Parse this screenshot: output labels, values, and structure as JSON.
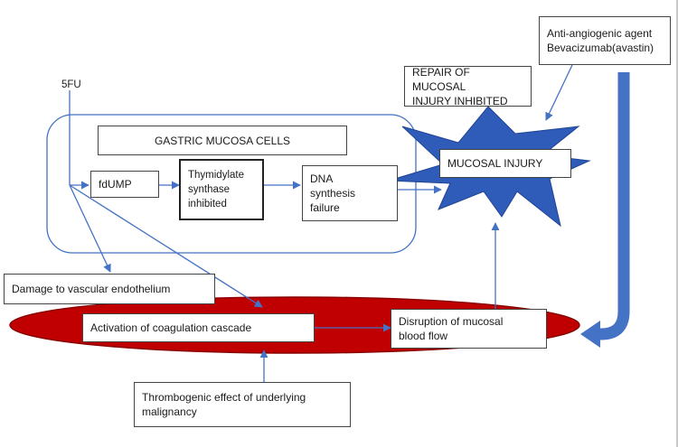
{
  "nodes": {
    "fu": "5FU",
    "gastric": "GASTRIC MUCOSA CELLS",
    "fdump": "fdUMP",
    "thymidylate": "Thymidylate\nsynthase\ninhibited",
    "dna": "DNA\nsynthesis\nfailure",
    "repair": "REPAIR OF MUCOSAL\nINJURY INHIBITED",
    "mucosal_injury": "MUCOSAL INJURY",
    "anti_angio": "Anti-angiogenic agent\nBevacizumab(avastin)",
    "damage": "Damage to vascular endothelium",
    "coagulation": "Activation of coagulation cascade",
    "disruption": "Disruption of mucosal\nblood flow",
    "thrombogenic": "Thrombogenic effect of underlying\nmalignancy"
  },
  "colors": {
    "arrow": "#4472c4",
    "vessel": "#c00000",
    "star": "#2f5cb8",
    "big_arrow": "#4472c4"
  }
}
